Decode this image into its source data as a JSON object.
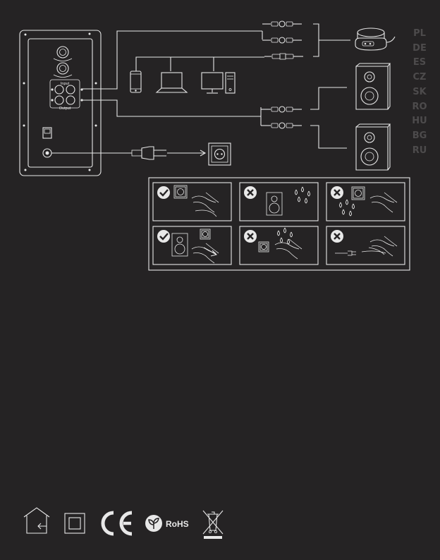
{
  "languages": [
    "PL",
    "DE",
    "ES",
    "CZ",
    "SK",
    "RO",
    "HU",
    "BG",
    "RU"
  ],
  "panel": {
    "input_label": "Input",
    "output_label": "Output"
  },
  "safety": [
    {
      "status": "ok"
    },
    {
      "status": "no"
    },
    {
      "status": "no"
    },
    {
      "status": "ok"
    },
    {
      "status": "no"
    },
    {
      "status": "no"
    }
  ],
  "certifications": {
    "rohs_label": "RoHS"
  },
  "colors": {
    "background": "#252324",
    "lines": "#e8e8e8",
    "language_text": "#4d4b4c"
  }
}
